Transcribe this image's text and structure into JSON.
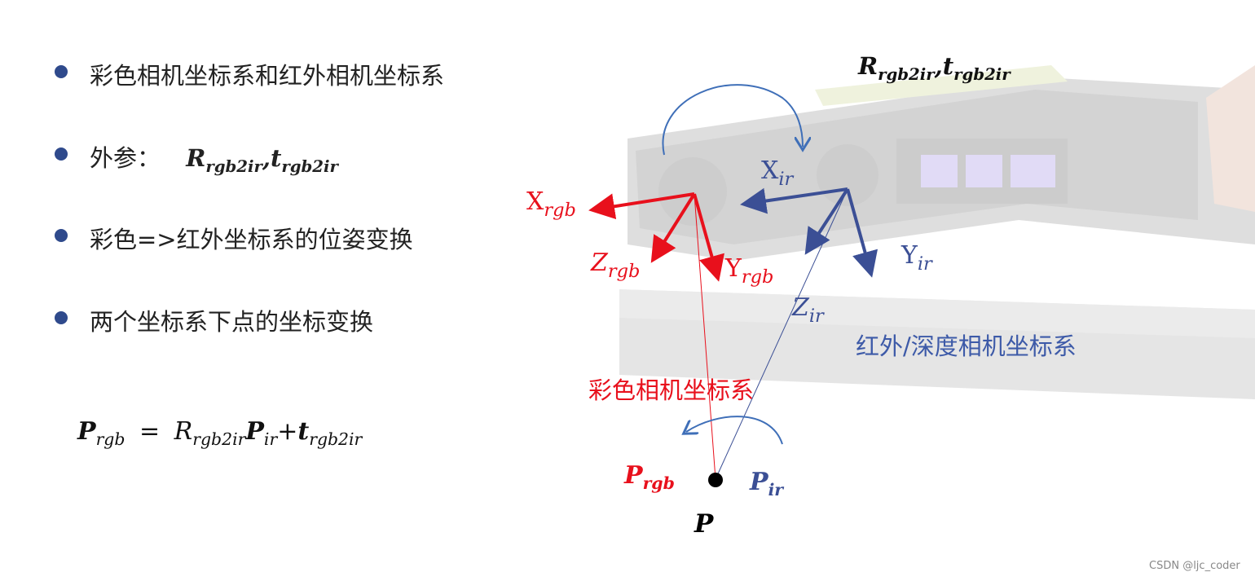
{
  "bullets": [
    {
      "text": "彩色相机坐标系和红外相机坐标系"
    },
    {
      "text": "外参：",
      "math_R": "R",
      "math_R_sub": "rgb2ir",
      "comma": ",",
      "math_t": "t",
      "math_t_sub": "rgb2ir"
    },
    {
      "text": "彩色=>红外坐标系的位姿变换"
    },
    {
      "text": "两个坐标系下点的坐标变换"
    }
  ],
  "equation": {
    "lhs": "P",
    "lhs_sub": "rgb",
    "eq": "=",
    "R": "R",
    "R_sub": "rgb2ir",
    "P": "P",
    "P_sub": "ir",
    "plus": "+",
    "t": "t",
    "t_sub": "rgb2ir"
  },
  "diagram": {
    "top_label": {
      "R": "R",
      "R_sub": "rgb2ir",
      "comma": ",",
      "t": "t",
      "t_sub": "rgb2ir"
    },
    "rgb_axes": {
      "x": "X",
      "x_sub": "rgb",
      "y": "Y",
      "y_sub": "rgb",
      "z": "Z",
      "z_sub": "rgb",
      "color": "#e8101c"
    },
    "ir_axes": {
      "x": "X",
      "x_sub": "ir",
      "y": "Y",
      "y_sub": "ir",
      "z": "Z",
      "z_sub": "ir",
      "color": "#3b4f95"
    },
    "ir_caption": "红外/深度相机坐标系",
    "rgb_caption": "彩色相机坐标系",
    "point_rgb": {
      "P": "P",
      "sub": "rgb"
    },
    "point_ir": {
      "P": "P",
      "sub": "ir"
    },
    "point": "P"
  },
  "watermark": "CSDN @ljc_coder"
}
